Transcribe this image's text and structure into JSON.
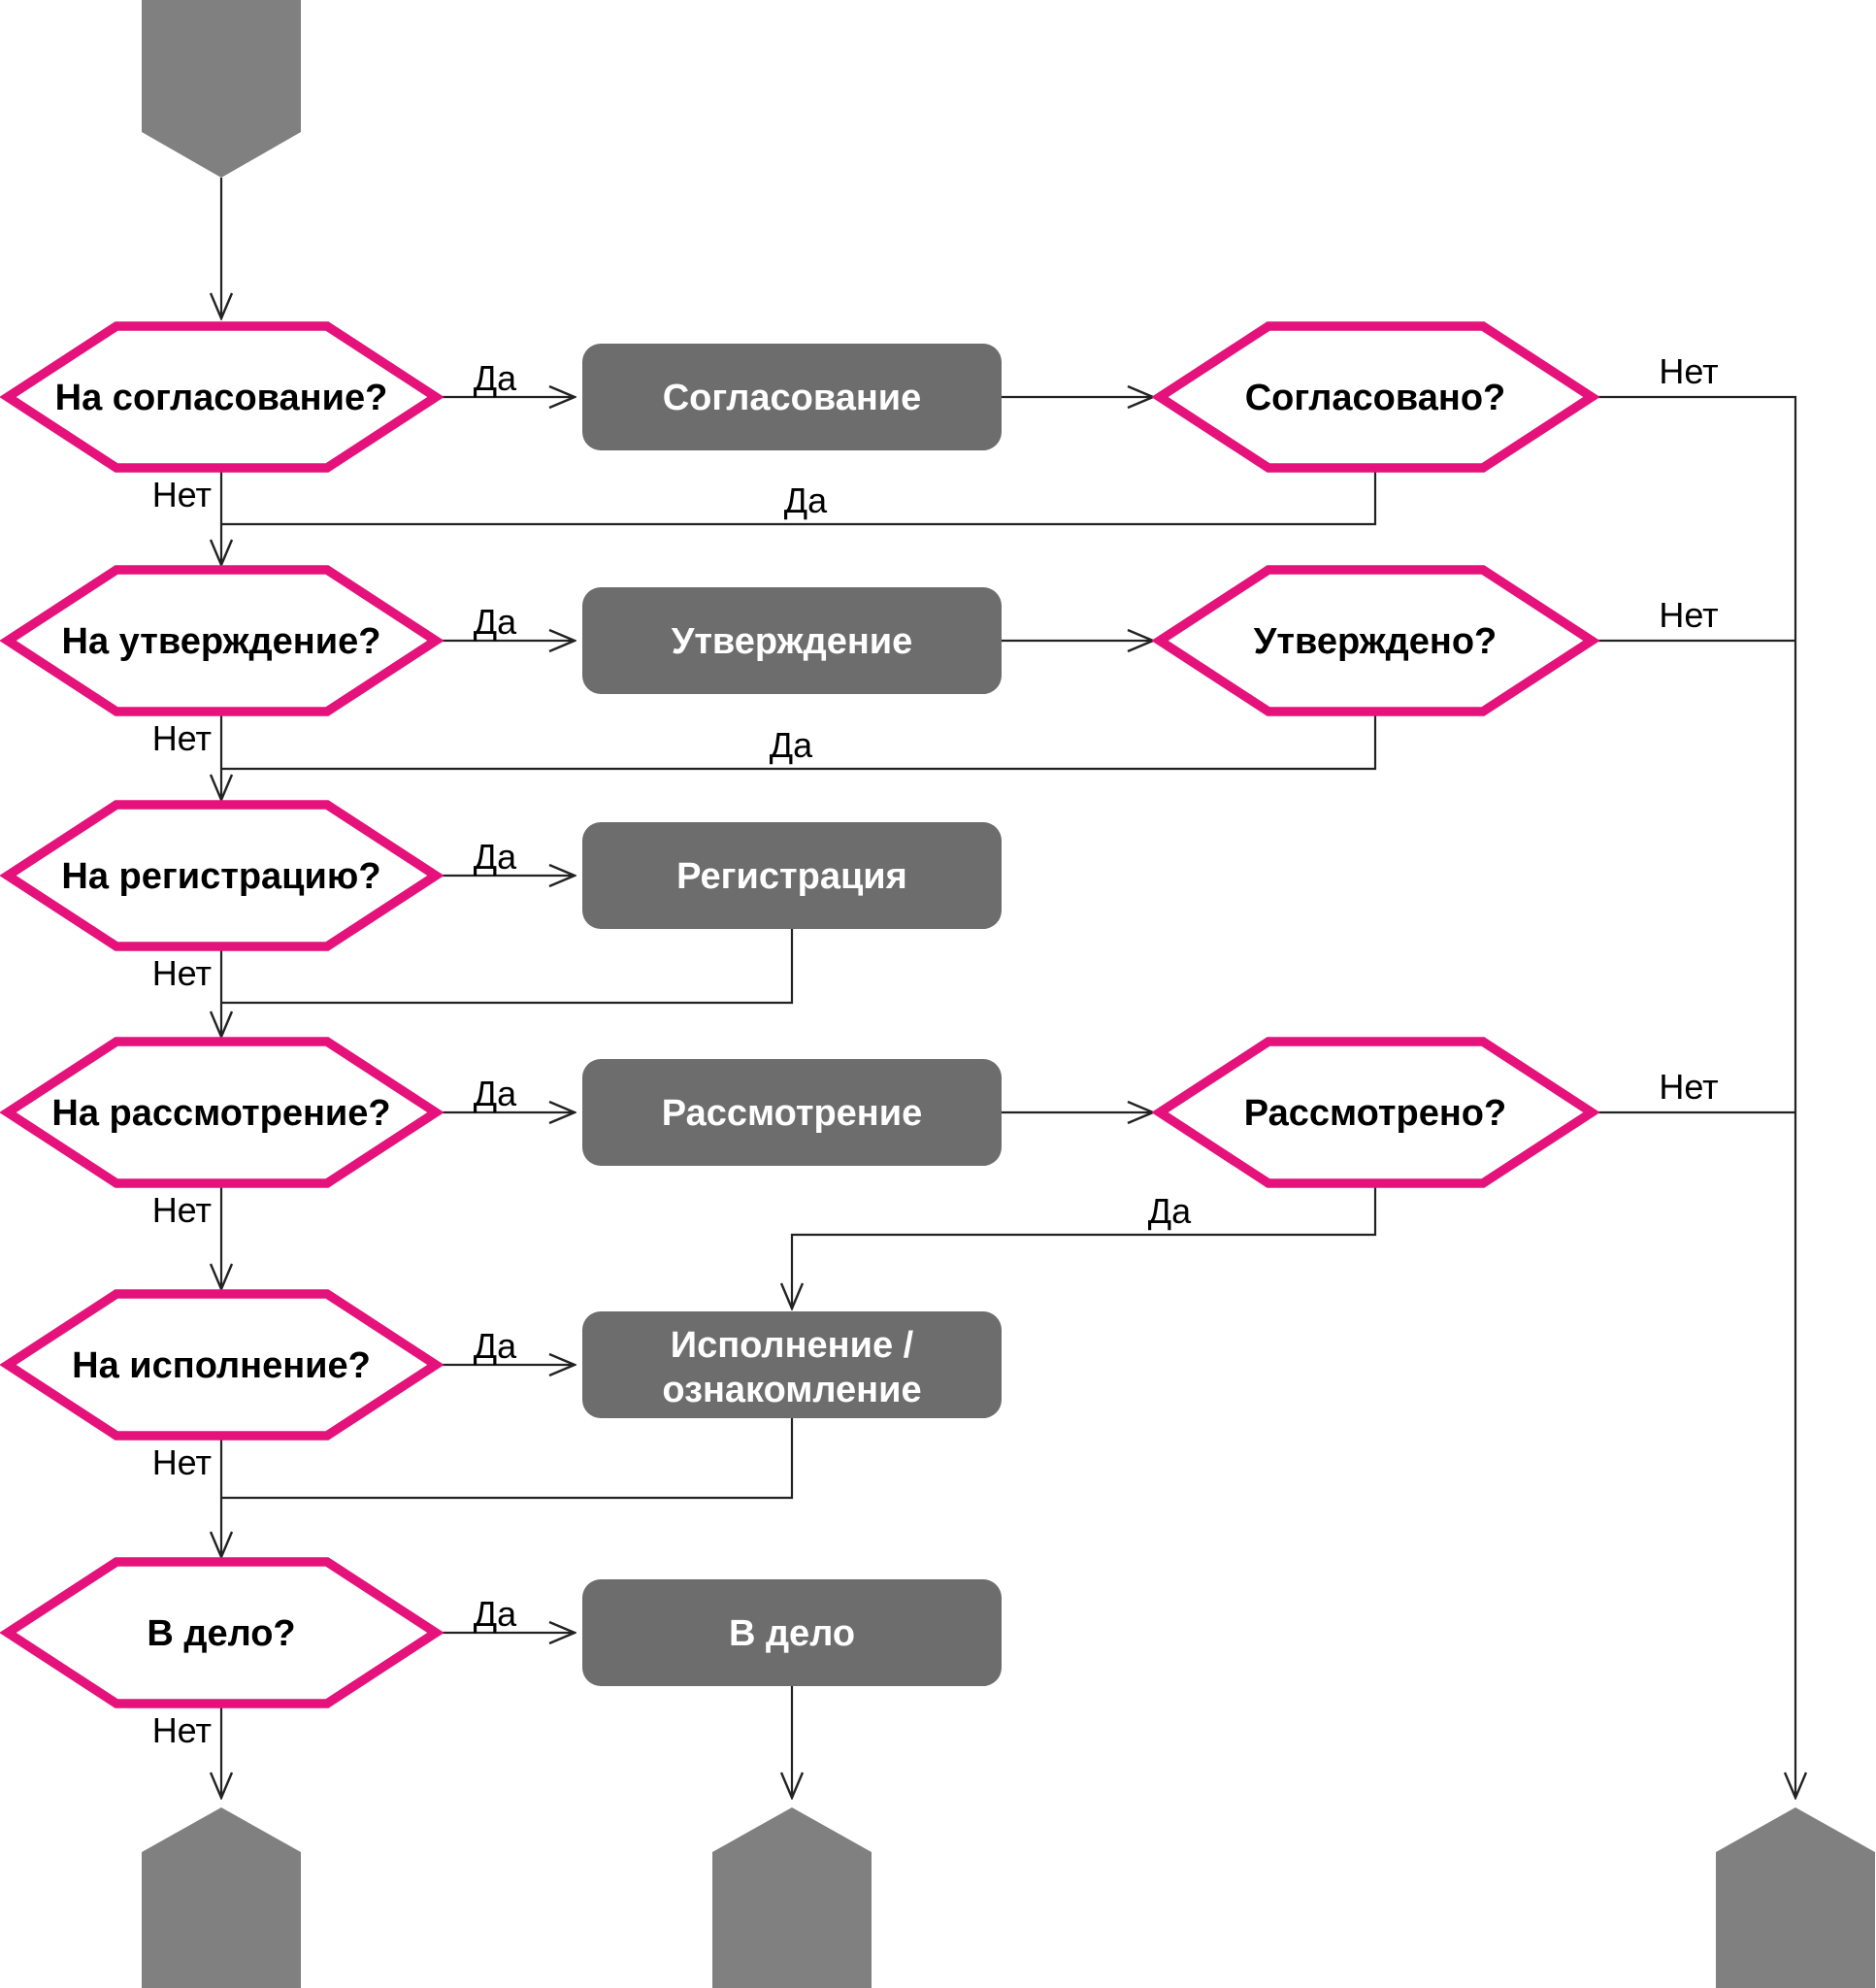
{
  "diagram": {
    "title": "document-routing-flowchart",
    "labels": {
      "yes": "Да",
      "no": "Нет"
    },
    "colors": {
      "accent_pink": "#e4127a",
      "node_gray": "#6d6d6d",
      "terminal_gray": "#808080",
      "line": "#222222",
      "text_dark": "#000000",
      "text_light": "#ffffff"
    },
    "rows": [
      {
        "question": "На согласование?",
        "process": "Согласование",
        "check": "Согласовано?"
      },
      {
        "question": "На утверждение?",
        "process": "Утверждение",
        "check": "Утверждено?"
      },
      {
        "question": "На регистрацию?",
        "process": "Регистрация"
      },
      {
        "question": "На рассмотрение?",
        "process": "Рассмотрение",
        "check": "Рассмотрено?"
      },
      {
        "question": "На исполнение?",
        "process_lines": [
          "Исполнение /",
          "ознакомление"
        ]
      },
      {
        "question": "В дело?",
        "process": "В дело"
      }
    ]
  }
}
